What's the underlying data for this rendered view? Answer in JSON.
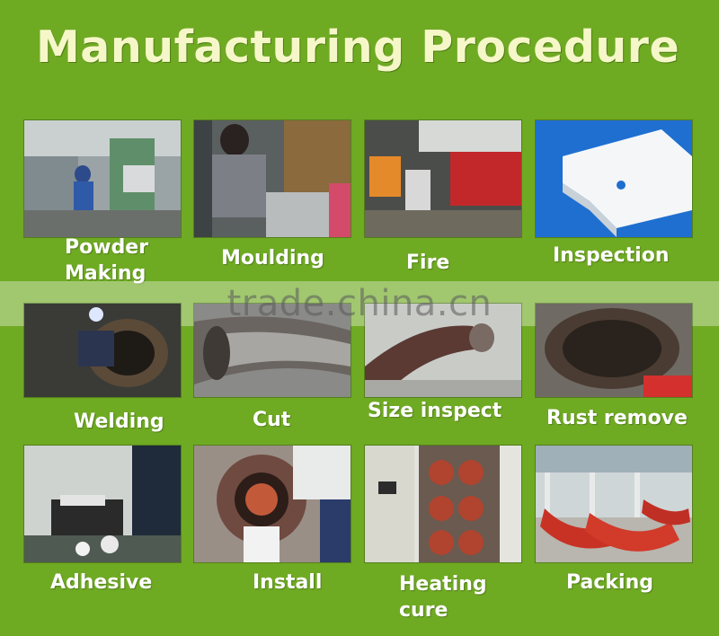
{
  "title": "Manufacturing Procedure",
  "steps": [
    {
      "label": "Powder Making"
    },
    {
      "label": "Moulding"
    },
    {
      "label": "Fire"
    },
    {
      "label": "Inspection"
    },
    {
      "label": "Welding"
    },
    {
      "label": "Cut"
    },
    {
      "label": "Size inspect"
    },
    {
      "label": "Rust remove"
    },
    {
      "label": "Adhesive"
    },
    {
      "label": "Install"
    },
    {
      "label": "Heating cure"
    },
    {
      "label": "Packing"
    }
  ],
  "watermark": "trade.china.cn",
  "colors": {
    "background": "#6faa23",
    "title": "#f6f7c9",
    "caption": "#ffffff"
  }
}
